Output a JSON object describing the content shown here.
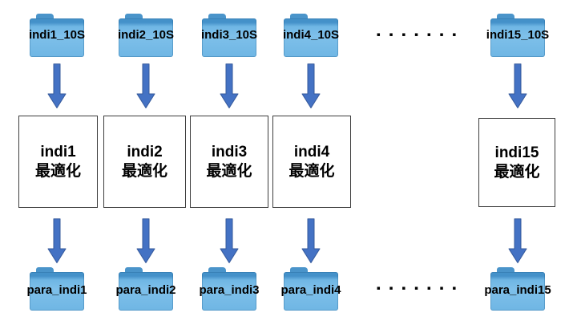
{
  "diagram": {
    "columns": [
      {
        "source_folder": "indi1_10S",
        "process_line1": "indi1",
        "process_line2": "最適化",
        "output_folder": "para_indi1"
      },
      {
        "source_folder": "indi2_10S",
        "process_line1": "indi2",
        "process_line2": "最適化",
        "output_folder": "para_indi2"
      },
      {
        "source_folder": "indi3_10S",
        "process_line1": "indi3",
        "process_line2": "最適化",
        "output_folder": "para_indi3"
      },
      {
        "source_folder": "indi4_10S",
        "process_line1": "indi4",
        "process_line2": "最適化",
        "output_folder": "para_indi4"
      },
      {
        "source_folder": "indi15_10S",
        "process_line1": "indi15",
        "process_line2": "最適化",
        "output_folder": "para_indi15"
      }
    ],
    "ellipsis_top": "▪▪▪▪▪▪▪",
    "ellipsis_bottom": "▪▪▪▪▪▪▪",
    "colors": {
      "background": "#ffffff",
      "folder_body": "#6fb6e4",
      "folder_top": "#4491c9",
      "folder_tab": "#4a94ca",
      "arrow_fill": "#4472c4",
      "arrow_border": "#35599b",
      "box_border": "#3d3d3d",
      "text": "#000000"
    }
  }
}
